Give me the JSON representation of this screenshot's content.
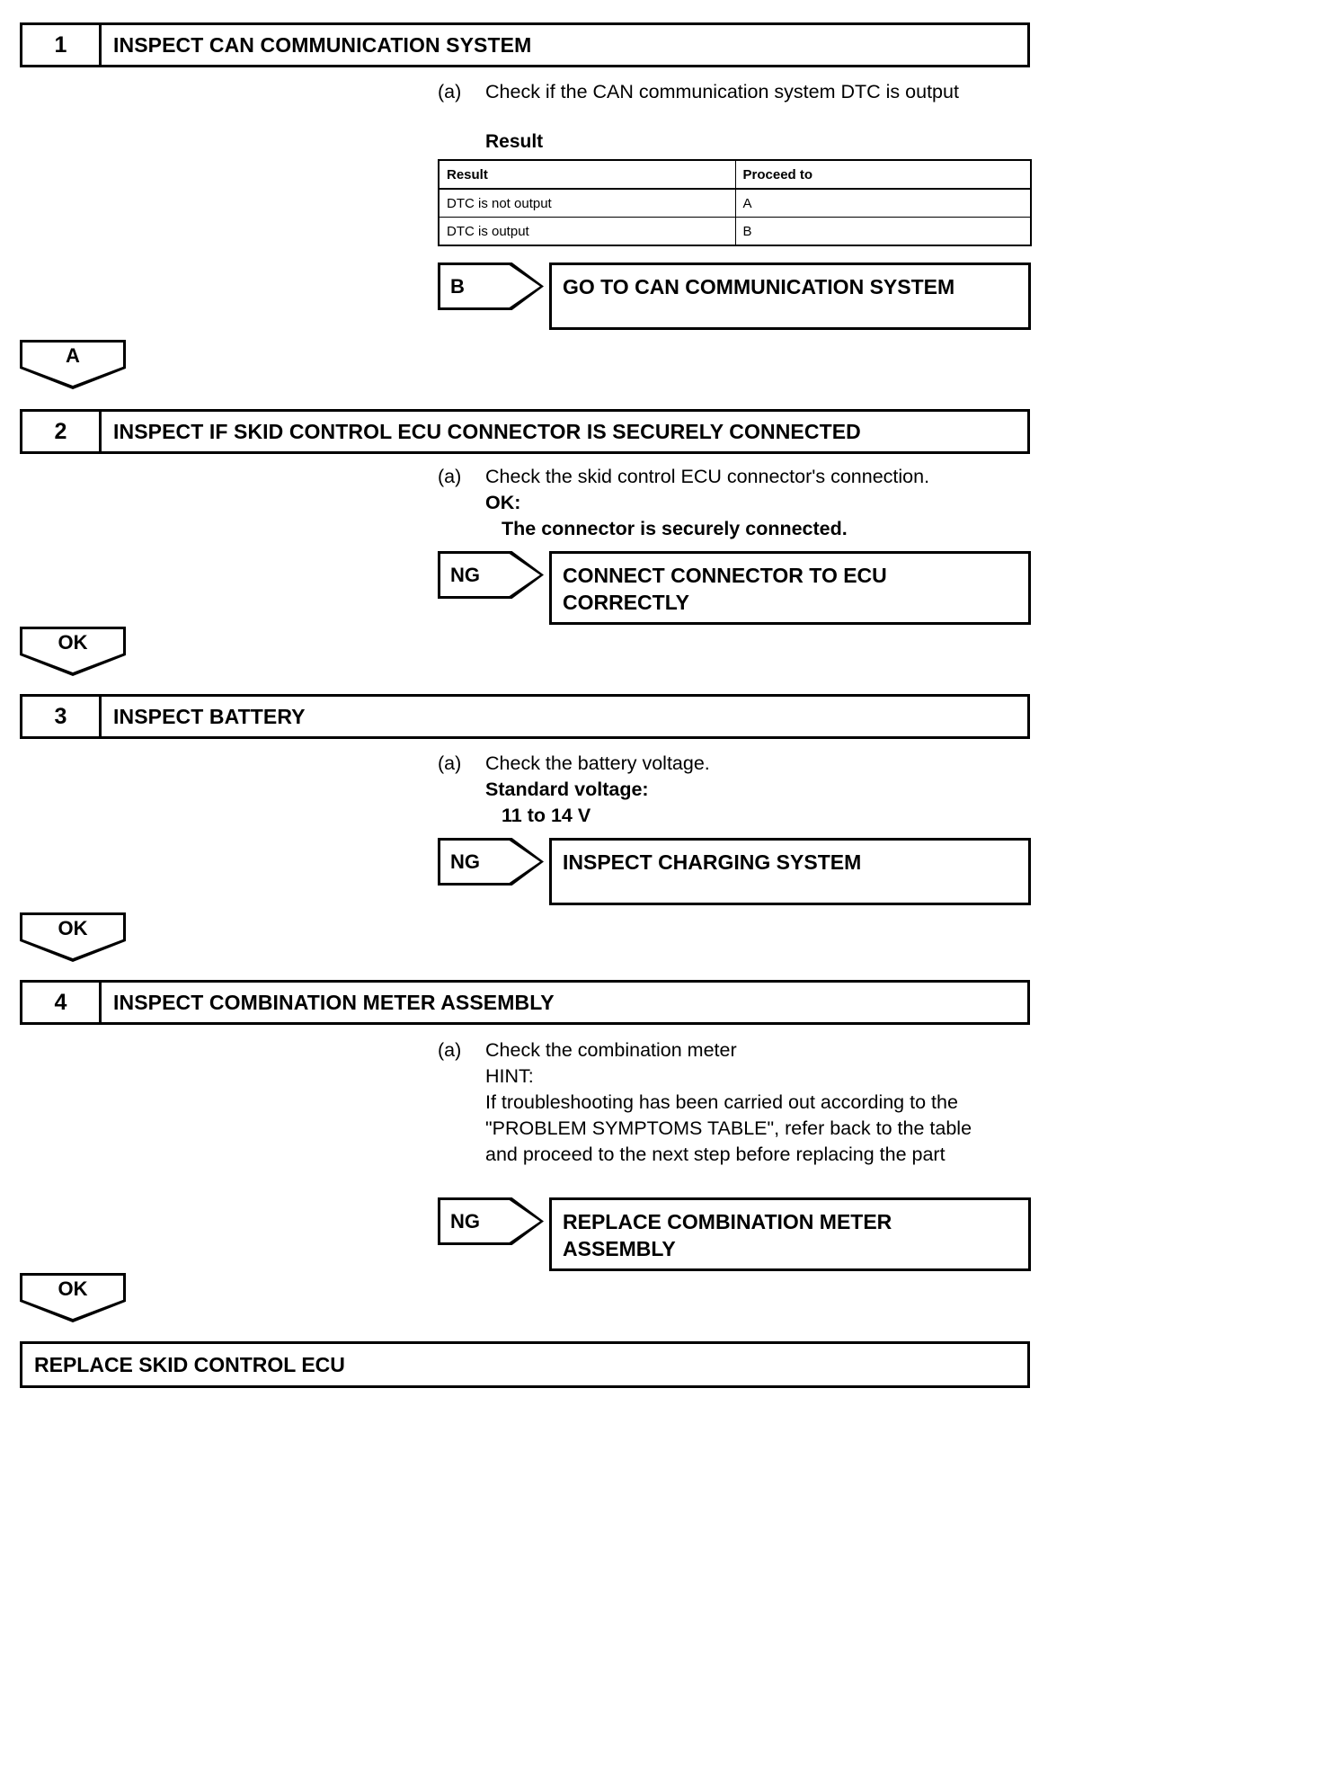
{
  "document": {
    "type": "diagnostic-flowchart",
    "final_action": "REPLACE SKID CONTROL ECU"
  },
  "steps": [
    {
      "number": "1",
      "title": "INSPECT CAN COMMUNICATION SYSTEM",
      "item_label": "(a)",
      "item_lines": [
        "Check if the CAN communication system DTC is output"
      ],
      "result_caption": "Result",
      "table": {
        "headers": [
          "Result",
          "Proceed to"
        ],
        "rows": [
          [
            "DTC is not output",
            "A"
          ],
          [
            "DTC is output",
            "B"
          ]
        ]
      },
      "branch": {
        "tag": "B",
        "dest_lines": [
          "GO TO CAN COMMUNICATION SYSTEM"
        ]
      },
      "connector": "A"
    },
    {
      "number": "2",
      "title": "INSPECT IF SKID CONTROL ECU CONNECTOR IS SECURELY CONNECTED",
      "item_label": "(a)",
      "item_lines": [
        "Check the skid control ECU connector's connection."
      ],
      "ok_label": "OK:",
      "ok_value": "The connector is securely connected.",
      "branch": {
        "tag": "NG",
        "dest_lines": [
          "CONNECT CONNECTOR TO ECU",
          "CORRECTLY"
        ]
      },
      "connector": "OK"
    },
    {
      "number": "3",
      "title": "INSPECT BATTERY",
      "item_label": "(a)",
      "item_lines": [
        "Check the battery voltage."
      ],
      "ok_label": "Standard voltage:",
      "ok_value": "11 to 14 V",
      "branch": {
        "tag": "NG",
        "dest_lines": [
          "INSPECT CHARGING SYSTEM"
        ]
      },
      "connector": "OK"
    },
    {
      "number": "4",
      "title": "INSPECT COMBINATION METER ASSEMBLY",
      "item_label": "(a)",
      "item_lines": [
        "Check the combination meter",
        "HINT:",
        "If troubleshooting has been carried out according to the",
        "\"PROBLEM SYMPTOMS TABLE\", refer back to the table",
        "and proceed to the next step before replacing the part"
      ],
      "branch": {
        "tag": "NG",
        "dest_lines": [
          "REPLACE COMBINATION METER",
          "ASSEMBLY"
        ]
      },
      "connector": "OK"
    }
  ]
}
